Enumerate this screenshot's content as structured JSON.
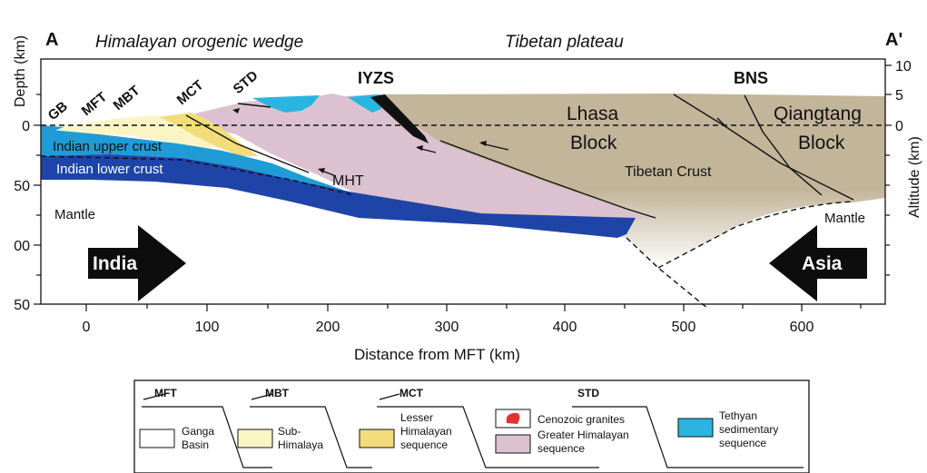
{
  "header": {
    "left_letter": "A",
    "right_letter": "A'",
    "left_title": "Himalayan orogenic wedge",
    "center_title": "Tibetan plateau"
  },
  "axes": {
    "y_left_label": "Depth (km)",
    "y_right_label": "Altitude (km)",
    "x_label": "Distance from MFT (km)",
    "x_ticks": [
      "0",
      "100",
      "200",
      "300",
      "400",
      "500",
      "600"
    ],
    "y_left_ticks": [
      "0",
      "50",
      "00",
      "50"
    ],
    "y_right_ticks": [
      "10",
      "5",
      "0"
    ]
  },
  "structures": {
    "gb": "GB",
    "mft": "MFT",
    "mbt": "MBT",
    "mct": "MCT",
    "std": "STD",
    "iyzs": "IYZS",
    "bns": "BNS"
  },
  "units": {
    "indian_upper_crust": "Indian upper crust",
    "indian_lower_crust": "Indian lower crust",
    "mantle_left": "Mantle",
    "mantle_right": "Mantle",
    "mht": "MHT",
    "lhasa_1": "Lhasa",
    "lhasa_2": "Block",
    "qiangtang_1": "Qiangtang",
    "qiangtang_2": "Block",
    "tibetan_crust": "Tibetan Crust"
  },
  "arrows": {
    "india": "India",
    "asia": "Asia"
  },
  "legend": {
    "faults": [
      "MFT",
      "MBT",
      "MCT",
      "STD"
    ],
    "ganga_1": "Ganga",
    "ganga_2": "Basin",
    "sub_1": "Sub-",
    "sub_2": "Himalaya",
    "lesser_1": "Lesser",
    "lesser_2": "Himalayan",
    "lesser_3": "sequence",
    "granites": "Cenozoic granites",
    "greater_1": "Greater Himalayan",
    "greater_2": "sequence",
    "tethyan_1": "Tethyan",
    "tethyan_2": "sedimentary",
    "tethyan_3": "sequence"
  },
  "colors": {
    "tibetan_crust": "#c2b59a",
    "greater_himalayan": "#dcc2d0",
    "tethyan": "#29b5e0",
    "lesser_himalayan": "#f3dc7a",
    "sub_himalaya": "#fbf5c6",
    "indian_upper_crust": "#1f9bd6",
    "indian_lower_crust": "#1f44a8",
    "granite": "#e0332e"
  }
}
